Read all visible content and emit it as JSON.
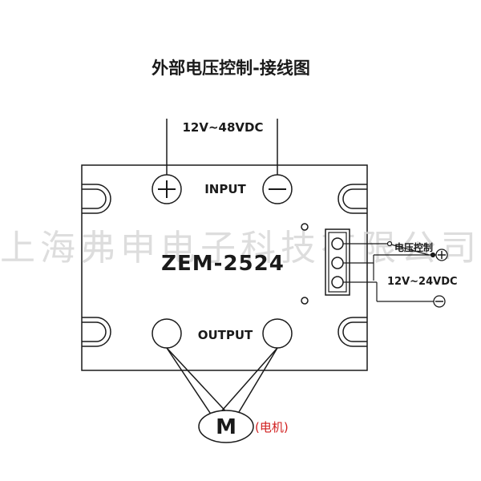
{
  "diagram": {
    "title": "外部电压控制-接线图",
    "supply_voltage": "12V~48VDC",
    "input_label": "INPUT",
    "output_label": "OUTPUT",
    "model": "ZEM-2524",
    "control_label": "电压控制",
    "control_voltage": "12V~24VDC",
    "plus_symbol": "+",
    "minus_symbol": "−",
    "motor_letter": "M",
    "motor_label": "(电机)",
    "watermark": "上海弗申电子科技有限公司",
    "colors": {
      "line": "#1a1a1a",
      "motor_label": "#d11f1f",
      "watermark": "#d2d2d2"
    }
  }
}
